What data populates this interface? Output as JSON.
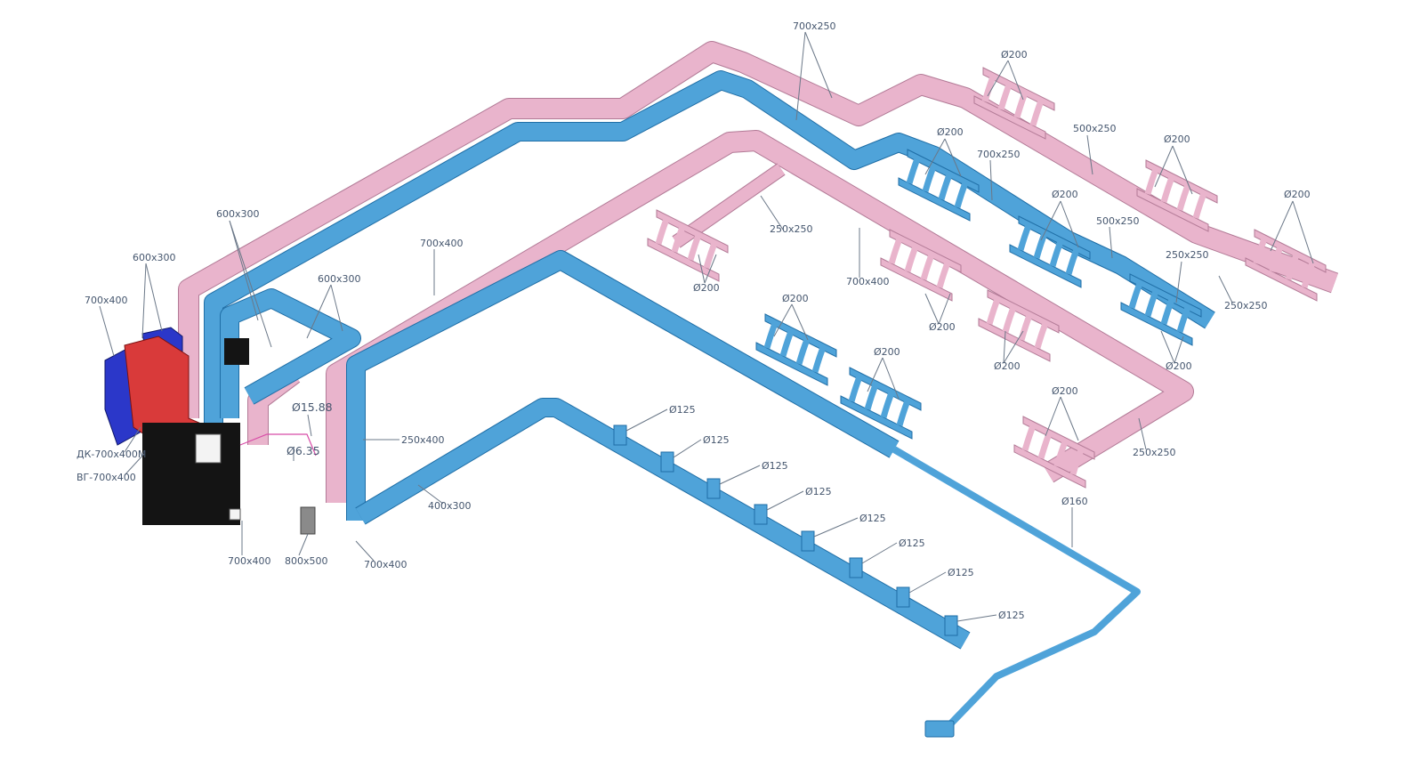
{
  "colors": {
    "supply": "#4fa3d9",
    "supply_edge": "#1f6ea6",
    "exhaust": "#e9b4cc",
    "exhaust_edge": "#b27a96",
    "unit_red": "#d93a3a",
    "unit_blue": "#2b37c9",
    "unit_black": "#141414",
    "label": "#45566e"
  },
  "labels": {
    "main_700x250": "700x250",
    "d200_a": "Ø200",
    "size_500x250_a": "500x250",
    "d200_b": "Ø200",
    "d200_c": "Ø200",
    "size_700x250_b": "700x250",
    "d200_d": "Ø200",
    "d200_e": "Ø200",
    "size_500x250_b": "500x250",
    "size_250x250_a": "250x250",
    "size_250x250_b": "250x250",
    "size_600x300_a": "600x300",
    "size_600x300_b": "600x300",
    "size_600x300_c": "600x300",
    "size_700x400_a": "700x400",
    "size_700x400_b": "700x400",
    "size_250x250_c": "250x250",
    "d200_f": "Ø200",
    "size_700x400_c": "700x400",
    "d200_g": "Ø200",
    "d200_h": "Ø200",
    "d200_i": "Ø200",
    "d200_j": "Ø200",
    "d200_k": "Ø200",
    "d200_l": "Ø200",
    "d200_m": "Ø200",
    "d1588": "Ø15.88",
    "d635": "Ø6.35",
    "size_250x400": "250x400",
    "unit_dk": "ДК-700x400М",
    "unit_vg": "ВГ-700x400",
    "size_400x300": "400x300",
    "size_250x250_d": "250x250",
    "d160": "Ø160",
    "size_700x400_d": "700x400",
    "size_800x500": "800x500",
    "size_700x400_e": "700x400",
    "d125": "Ø125"
  }
}
